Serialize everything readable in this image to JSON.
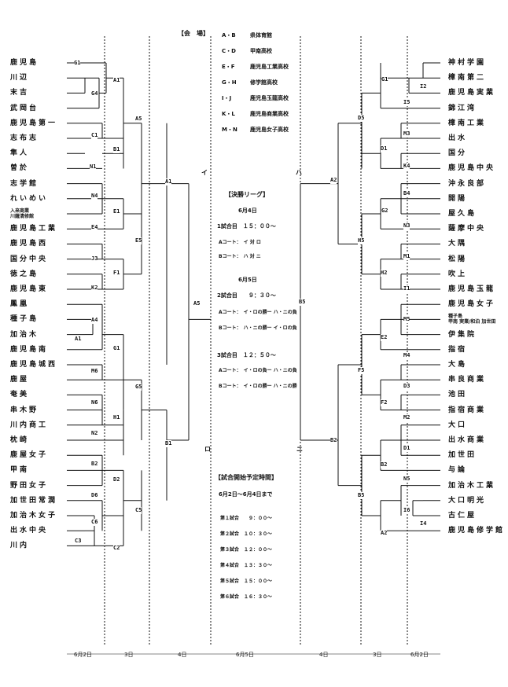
{
  "venue_title": "【会　場】",
  "venues": [
    {
      "code": "A・B",
      "name": "県体育館"
    },
    {
      "code": "C・D",
      "name": "甲南高校"
    },
    {
      "code": "E・F",
      "name": "鹿児島工業高校"
    },
    {
      "code": "G・H",
      "name": "修学館高校"
    },
    {
      "code": "I・J",
      "name": "鹿児島玉龍高校"
    },
    {
      "code": "K・L",
      "name": "鹿児島商業高校"
    },
    {
      "code": "M・N",
      "name": "鹿児島女子高校"
    }
  ],
  "left_teams": [
    "鹿児島",
    "川辺",
    "末吉",
    "武岡台",
    "鹿児島第一",
    "志布志",
    "隼人",
    "曽於",
    "志学館",
    "れいめい",
    "入来商業/川薩清修館",
    "鹿児島工業",
    "鹿児島西",
    "国分中央",
    "徳之島",
    "鹿児島東",
    "鳳凰",
    "種子島",
    "加治木",
    "鹿児島南",
    "鹿児島城西",
    "鹿屋",
    "奄美",
    "串木野",
    "川内商工",
    "枕崎",
    "鹿屋女子",
    "甲南",
    "野田女子",
    "加世田常潤",
    "加治木女子",
    "出水中央",
    "川内"
  ],
  "right_teams": [
    "神村学園",
    "樟南第二",
    "鹿児島実業",
    "錦江湾",
    "樟南工業",
    "出水",
    "国分",
    "鹿児島中央",
    "沖永良部",
    "開陽",
    "屋久島",
    "薩摩中央",
    "大隅",
    "松陽",
    "吹上",
    "鹿児島玉龍",
    "鹿児島女子",
    "種子島/甲南 実業/和泊 加世田",
    "伊集院",
    "指宿",
    "大島",
    "串良商業",
    "池田",
    "指宿商業",
    "大口",
    "出水商業",
    "加世田",
    "与論",
    "加治木工業",
    "大口明光",
    "古仁屋",
    "鹿児島修学館"
  ],
  "left_matches": [
    "G1",
    "G4",
    "A1",
    "A5",
    "C1",
    "B1",
    "N1",
    "N4",
    "E1",
    "E4",
    "E5",
    "J3",
    "F1",
    "K2",
    "A4",
    "A1",
    "G1",
    "M6",
    "G5",
    "N6",
    "H1",
    "N2",
    "B2",
    "D2",
    "D6",
    "C6",
    "C3",
    "C5",
    "C2",
    "A1",
    "A5",
    "B1"
  ],
  "right_matches": [
    "G1",
    "I2",
    "I5",
    "D5",
    "M3",
    "D1",
    "K4",
    "A2",
    "B4",
    "G2",
    "N3",
    "H5",
    "M1",
    "H2",
    "I1",
    "B5",
    "M5",
    "E2",
    "M4",
    "F5",
    "D3",
    "F2",
    "M2",
    "B2",
    "D1",
    "B2",
    "N5",
    "B5",
    "I6",
    "I4",
    "A2"
  ],
  "markers": {
    "i": "イ",
    "ro": "ロ",
    "ha": "ハ",
    "ni": "ニ"
  },
  "final": {
    "title": "【決勝リーグ】",
    "day1": "6月4日",
    "day1_time": "1試合目　１５：００～",
    "day1_a": "Aコート：　イ 対 ロ",
    "day1_b": "Bコート：　ハ 対 ニ",
    "day2": "6月5日",
    "d2_match2": "2試合目　　９：３０～",
    "d2_m2_a": "Aコート：　イ・ロの勝ー ハ・ニの負",
    "d2_m2_b": "Bコート：　ハ・ニの勝ー イ・ロの負",
    "d2_match3": "3試合目　１２：５０～",
    "d2_m3_a": "Aコート：　イ・ロの負ー ハ・ニの負",
    "d2_m3_b": "Bコート：　イ・ロの勝ー ハ・ニの勝"
  },
  "schedule": {
    "title": "【試合開始予定時間】",
    "range": "6月2日～6月4日まで",
    "slots": [
      "第１試合　　９：００～",
      "第２試合　１０：３０～",
      "第３試合　１２：００～",
      "第４試合　１３：３０～",
      "第５試合　１５：００～",
      "第６試合　１６：３０～"
    ]
  },
  "dates": {
    "l1": "6月2日",
    "l2": "3日",
    "l3": "4日",
    "c": "6月5日",
    "r3": "4日",
    "r2": "3日",
    "r1": "6月2日"
  }
}
